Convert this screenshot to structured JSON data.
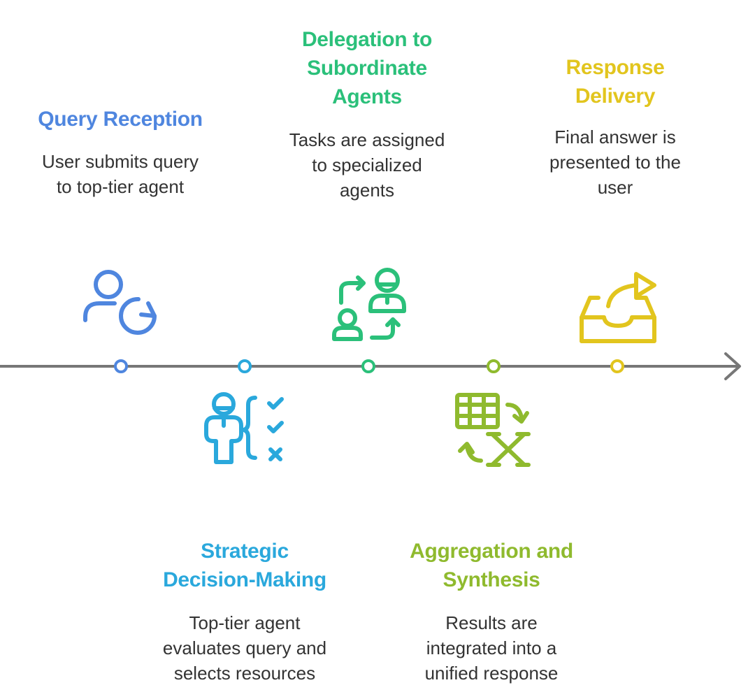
{
  "colors": {
    "axis": "#777777",
    "step1": "#4f86df",
    "step2": "#2bc07a",
    "step3": "#e2c51e",
    "step4": "#2aa8dc",
    "step5": "#8fba2e"
  },
  "steps": [
    {
      "title": "Query Reception",
      "description": "User submits query\nto top-tier agent",
      "icon": "user-refresh-icon"
    },
    {
      "title": "Delegation to\nSubordinate\nAgents",
      "description": "Tasks are assigned\nto specialized\nagents",
      "icon": "users-exchange-icon"
    },
    {
      "title": "Response\nDelivery",
      "description": "Final answer is\npresented to the\nuser",
      "icon": "inbox-share-icon"
    },
    {
      "title": "Strategic\nDecision-Making",
      "description": "Top-tier agent\nevaluates query and\nselects resources",
      "icon": "person-checklist-icon"
    },
    {
      "title": "Aggregation and\nSynthesis",
      "description": "Results are\nintegrated into a\nunified response",
      "icon": "spreadsheet-merge-icon"
    }
  ]
}
